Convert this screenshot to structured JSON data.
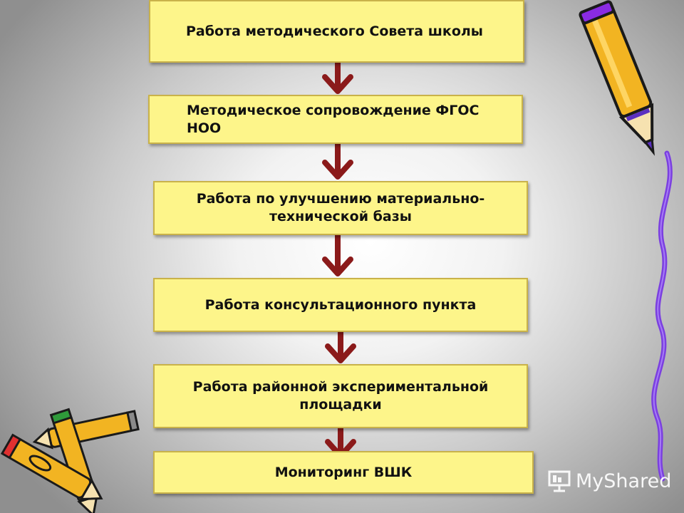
{
  "steps": [
    {
      "id": "s1",
      "label": "Работа методического Совета школы"
    },
    {
      "id": "s2",
      "label": "Методическое сопровождение ФГОС НОО"
    },
    {
      "id": "s3",
      "label": "Работа по улучшению материально-технической базы"
    },
    {
      "id": "s4",
      "label": "Работа консультационного пункта"
    },
    {
      "id": "s5",
      "label": "Работа районной экспериментальной площадки"
    },
    {
      "id": "s6",
      "label": "Мониторинг ВШК"
    }
  ],
  "watermark": {
    "text": "MyShared",
    "icon": "presentation-board-icon"
  },
  "colors": {
    "box": "#fdf58a",
    "box_border": "#c9b24a",
    "arrow": "#8b1a1a",
    "pencil": "#f2b422",
    "ribbon": "#7b3fe0"
  }
}
